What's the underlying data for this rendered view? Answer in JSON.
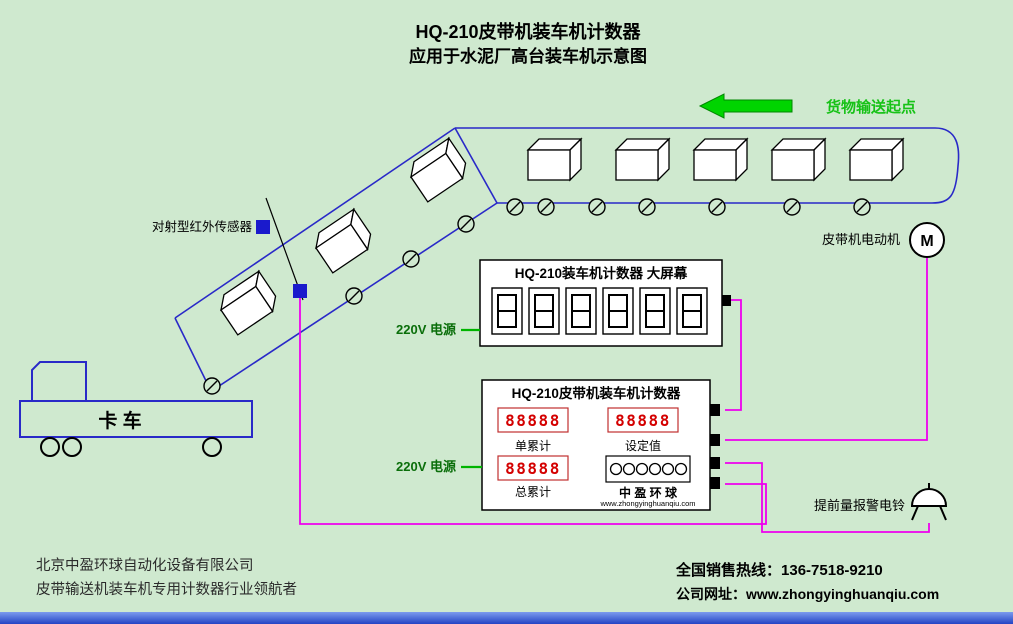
{
  "title": {
    "line1": "HQ-210皮带机装车机计数器",
    "line2": "应用于水泥厂高台装车机示意图"
  },
  "diagram": {
    "cargo_start_label": "货物输送起点",
    "ir_sensor_label": "对射型红外传感器",
    "motor_label": "皮带机电动机",
    "motor_symbol": "M",
    "truck_label": "卡 车",
    "alarm_bell_label": "提前量报警电铃",
    "power_label_1": "220V 电源",
    "power_label_2": "220V 电源"
  },
  "big_display": {
    "title": "HQ-210装车机计数器 大屏幕",
    "digit_cells": 6
  },
  "counter_panel": {
    "title": "HQ-210皮带机装车机计数器",
    "single_display_value": "88888",
    "single_label": "单累计",
    "set_display_value": "88888",
    "set_label": "设定值",
    "total_display_value": "88888",
    "total_label": "总累计",
    "button_count": 6,
    "brand": "中 盈 环 球",
    "brand_website": "www.zhongyinghuanqiu.com"
  },
  "footer": {
    "company_name": "北京中盈环球自动化设备有限公司",
    "company_slogan": "皮带输送机装车机专用计数器行业领航者",
    "hotline_label": "全国销售热线：",
    "hotline_number": "136-7518-9210",
    "website_label": "公司网址：",
    "website_url": "www.zhongyinghuanqiu.com"
  },
  "colors": {
    "background": "#cfe9cf",
    "belt_blue": "#2929c8",
    "wire_magenta": "#ee00ee",
    "arrow_green": "#00d400",
    "power_green": "#0a6e0a",
    "led_red": "#d40000",
    "sensor_blue": "#1a1acc",
    "bottom_bar_blue": "#2e4fd0"
  }
}
